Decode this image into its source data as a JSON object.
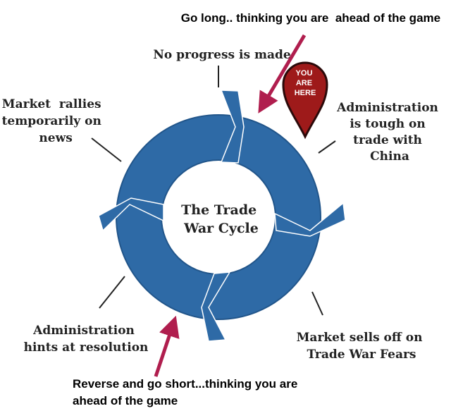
{
  "diagram": {
    "center_title": [
      "The Trade",
      "War Cycle"
    ],
    "stages": {
      "top": [
        "No progress is made"
      ],
      "right": [
        "Administration",
        "is tough on",
        "trade with",
        "China"
      ],
      "bottom_right": [
        "Market sells off on",
        "Trade War Fears"
      ],
      "bottom_left": [
        "Administration",
        "hints at resolution"
      ],
      "left": [
        "Market  rallies",
        "temporarily on",
        "news"
      ]
    },
    "callouts": {
      "long": [
        "Go long.. thinking you are  ahead of the game"
      ],
      "short": [
        "Reverse and go short...thinking you are",
        "ahead of the game"
      ]
    },
    "pin": [
      "YOU",
      "ARE",
      "HERE"
    ]
  },
  "colors": {
    "ring": "#2e6aa6",
    "ring_edge": "#21558a",
    "callout_arrow": "#b01e4e",
    "pin": "#9e1a1a",
    "pin_edge": "#2b0a0a",
    "text": "#222222"
  }
}
